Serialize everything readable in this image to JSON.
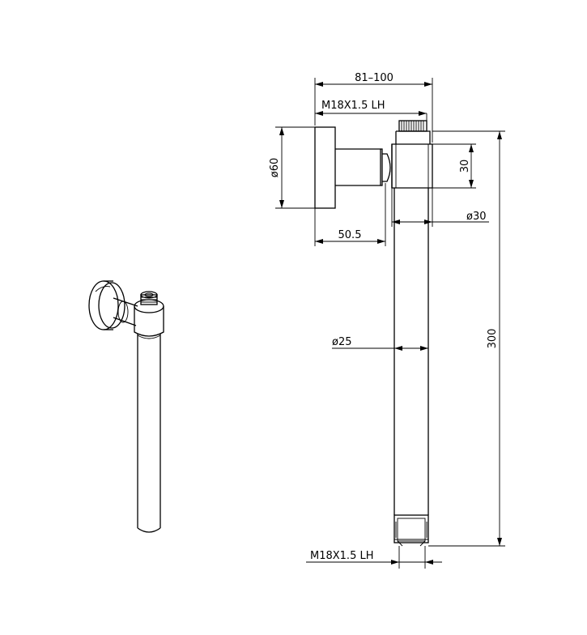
{
  "dimensions": {
    "projection": "81–100",
    "thread_top": "M18X1.5  LH",
    "flange_diameter": "ø60",
    "elbow_height": "30",
    "elbow_diameter": "ø30",
    "stem_length": "50.5",
    "tube_diameter": "ø25",
    "overall_length": "300",
    "thread_bottom": "M18X1.5  LH"
  }
}
